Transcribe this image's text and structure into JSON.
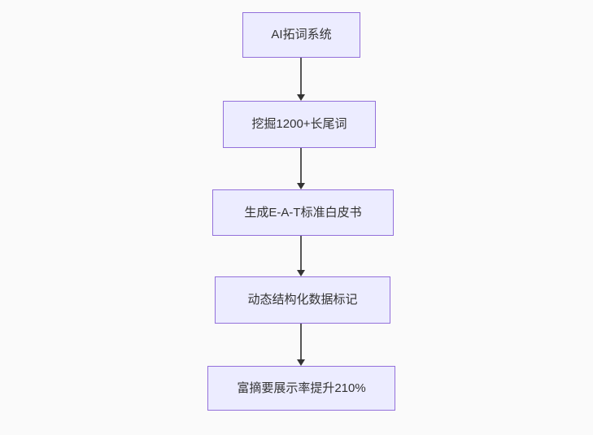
{
  "diagram": {
    "type": "flowchart",
    "direction": "top-down",
    "nodes": [
      {
        "label": "AI拓词系统"
      },
      {
        "label": "挖掘1200+长尾词"
      },
      {
        "label": "生成E-A-T标准白皮书"
      },
      {
        "label": "动态结构化数据标记"
      },
      {
        "label": "富摘要展示率提升210%"
      }
    ],
    "edges": [
      {
        "from": 0,
        "to": 1
      },
      {
        "from": 1,
        "to": 2
      },
      {
        "from": 2,
        "to": 3
      },
      {
        "from": 3,
        "to": 4
      }
    ],
    "colors": {
      "background": "#fafafa",
      "node_fill": "#ECECFF",
      "node_border": "#9370DB",
      "text": "#333333",
      "edge_line": "#555555",
      "arrowhead": "#333333"
    }
  }
}
